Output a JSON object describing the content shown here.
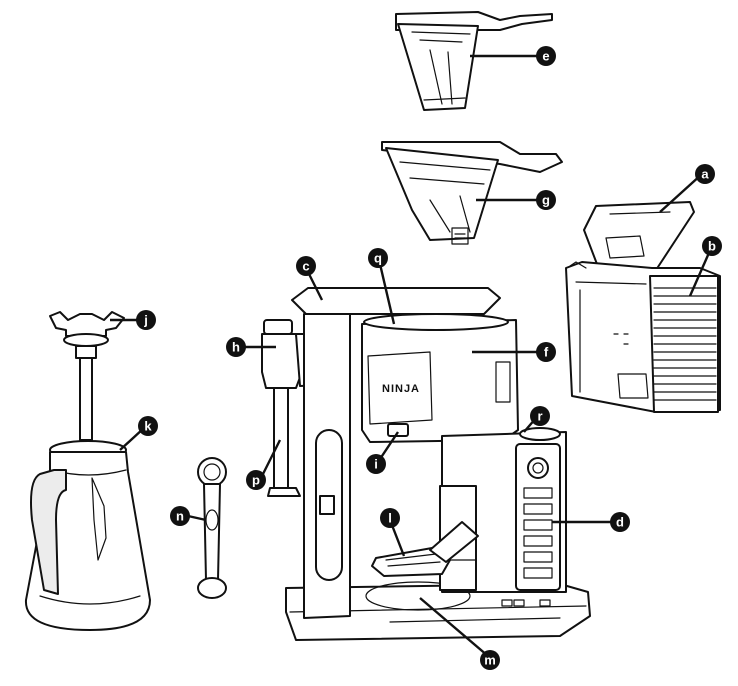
{
  "diagram": {
    "brand_label": "NINJA",
    "callouts": [
      {
        "id": "a",
        "letter": "a"
      },
      {
        "id": "b",
        "letter": "b"
      },
      {
        "id": "c",
        "letter": "c"
      },
      {
        "id": "d",
        "letter": "d"
      },
      {
        "id": "e",
        "letter": "e"
      },
      {
        "id": "f",
        "letter": "f"
      },
      {
        "id": "g",
        "letter": "g"
      },
      {
        "id": "h",
        "letter": "h"
      },
      {
        "id": "i",
        "letter": "i"
      },
      {
        "id": "j",
        "letter": "j"
      },
      {
        "id": "k",
        "letter": "k"
      },
      {
        "id": "l",
        "letter": "l"
      },
      {
        "id": "m",
        "letter": "m"
      },
      {
        "id": "n",
        "letter": "n"
      },
      {
        "id": "p",
        "letter": "p"
      },
      {
        "id": "q",
        "letter": "q"
      },
      {
        "id": "r",
        "letter": "r"
      }
    ]
  }
}
